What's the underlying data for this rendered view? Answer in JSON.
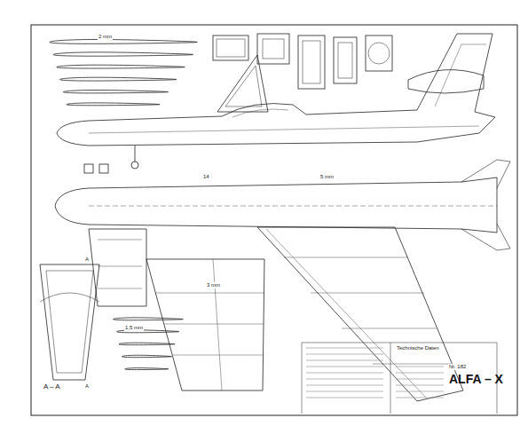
{
  "diagram": {
    "title": "ALFA – X",
    "labels": [
      "A – A",
      "A",
      "A",
      "14",
      "Nr. 182",
      "Technische Daten",
      "2 mm",
      "3 mm",
      "1,5 mm",
      "5 mm"
    ]
  }
}
